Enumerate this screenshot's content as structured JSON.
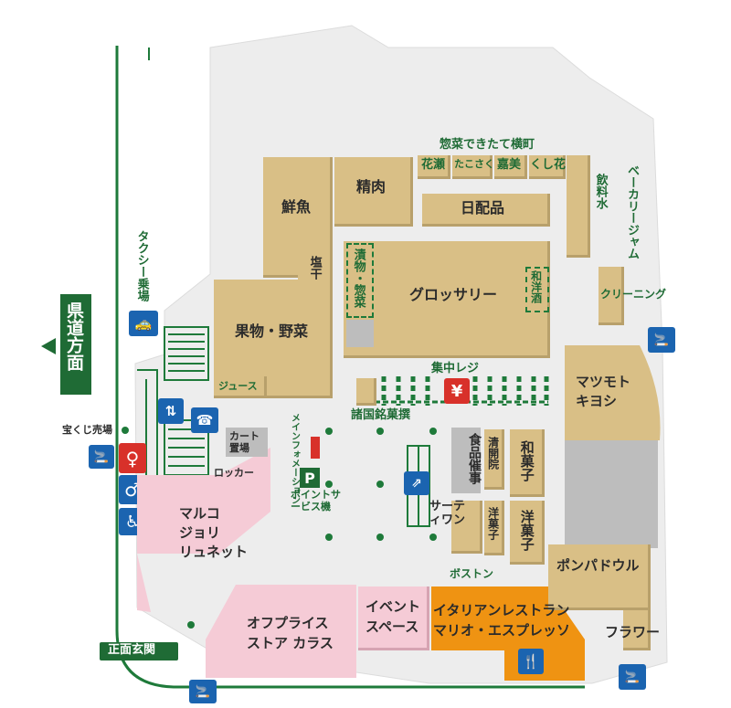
{
  "colors": {
    "floor": "#ededed",
    "store": "#d9bf86",
    "pink": "#f5cbd6",
    "orange": "#ef9312",
    "green": "#1f6b35",
    "sign_blue": "#1b64b0",
    "sign_red": "#d8312a"
  },
  "direction_sign": {
    "label": "県道方面",
    "icon": "left-arrow-icon"
  },
  "taxi": {
    "label": "タクシー乗場",
    "icon": "taxi-icon"
  },
  "lottery": {
    "label": "宝くじ売場"
  },
  "main_entrance": {
    "label": "正面玄関"
  },
  "sozai_street": {
    "title": "惣菜できたて横町",
    "shops": [
      "花瀬",
      "たこさく",
      "嘉美",
      "くし花"
    ]
  },
  "stores": {
    "fish": "鮮魚",
    "meat": "精肉",
    "daily": "日配品",
    "dried": "塩干物",
    "pickles": "漬物・惣菜",
    "grocery": "グロッサリー",
    "liquor": "和洋酒",
    "produce": "果物・野菜",
    "juice": "ジュース",
    "drinks": "飲料水",
    "bakery": "ベーカリージャム",
    "cleaning": "クリーニング",
    "matsumoto": "マツモトキヨシ",
    "pompadour": "ポンパドウル",
    "flower": "フラワー",
    "italian_line1": "イタリアンレストラン",
    "italian_line2": "マリオ・エスプレッソ",
    "event_line1": "イベント",
    "event_line2": "スペース",
    "offprice_line1": "オフプライス",
    "offprice_line2": "ストア カラス",
    "marco_line1": "マルコ",
    "marco_line2": "ジョリ",
    "marco_line3": "リュネット",
    "cart": "カート置場",
    "locker": "ロッカー",
    "info": "メインフォメーション",
    "point_machine": "ポイントサービス機",
    "checkout": "集中レジ",
    "regional_sweets": "諸国銘菓撰",
    "food_event": "食品催事",
    "seikaiin": "清開院",
    "wagashi": "和菓子",
    "yogashi": "洋菓子",
    "yogashi2": "洋菓子",
    "thirty_one": "サーティワン",
    "boston": "ボストン"
  },
  "icons": {
    "smoking": "smoking-area-icon",
    "elevator": "elevator-icon",
    "phone": "phone-icon",
    "restroom_female": "female-restroom-icon",
    "restroom_male": "male-restroom-icon",
    "accessible": "wheelchair-icon",
    "escalator": "escalator-icon",
    "parking_point": "P",
    "yen": "¥",
    "restaurant": "restaurant-icon"
  }
}
